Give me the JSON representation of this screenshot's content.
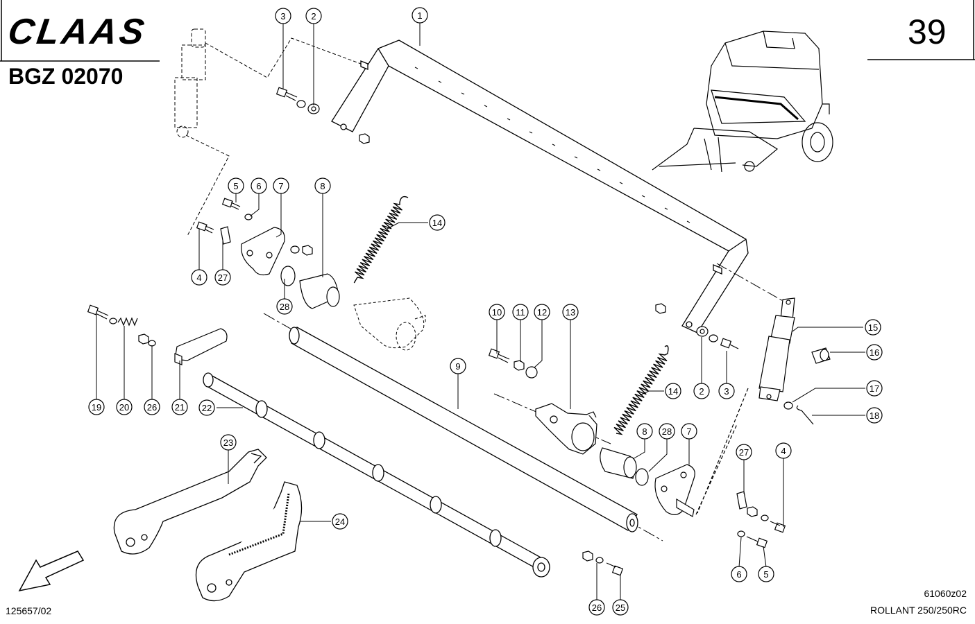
{
  "header": {
    "brand": "CLAAS",
    "document_code": "BGZ 02070",
    "page_number": "39"
  },
  "footer": {
    "left_reference": "125657/02",
    "right_code": "61060z02",
    "right_model": "ROLLANT 250/250RC"
  },
  "callouts": [
    {
      "id": "c1",
      "label": "1"
    },
    {
      "id": "c2a",
      "label": "2"
    },
    {
      "id": "c3a",
      "label": "3"
    },
    {
      "id": "c5a",
      "label": "5"
    },
    {
      "id": "c6a",
      "label": "6"
    },
    {
      "id": "c7a",
      "label": "7"
    },
    {
      "id": "c8a",
      "label": "8"
    },
    {
      "id": "c14a",
      "label": "14"
    },
    {
      "id": "c4a",
      "label": "4"
    },
    {
      "id": "c27a",
      "label": "27"
    },
    {
      "id": "c28a",
      "label": "28"
    },
    {
      "id": "c10",
      "label": "10"
    },
    {
      "id": "c11",
      "label": "11"
    },
    {
      "id": "c12",
      "label": "12"
    },
    {
      "id": "c13",
      "label": "13"
    },
    {
      "id": "c15",
      "label": "15"
    },
    {
      "id": "c16",
      "label": "16"
    },
    {
      "id": "c17",
      "label": "17"
    },
    {
      "id": "c18",
      "label": "18"
    },
    {
      "id": "c2b",
      "label": "2"
    },
    {
      "id": "c3b",
      "label": "3"
    },
    {
      "id": "c14b",
      "label": "14"
    },
    {
      "id": "c9",
      "label": "9"
    },
    {
      "id": "c19",
      "label": "19"
    },
    {
      "id": "c20",
      "label": "20"
    },
    {
      "id": "c26a",
      "label": "26"
    },
    {
      "id": "c21",
      "label": "21"
    },
    {
      "id": "c22",
      "label": "22"
    },
    {
      "id": "c23",
      "label": "23"
    },
    {
      "id": "c24",
      "label": "24"
    },
    {
      "id": "c8b",
      "label": "8"
    },
    {
      "id": "c28b",
      "label": "28"
    },
    {
      "id": "c7b",
      "label": "7"
    },
    {
      "id": "c27b",
      "label": "27"
    },
    {
      "id": "c4b",
      "label": "4"
    },
    {
      "id": "c6b",
      "label": "6"
    },
    {
      "id": "c5b",
      "label": "5"
    },
    {
      "id": "c26b",
      "label": "26"
    },
    {
      "id": "c25",
      "label": "25"
    }
  ]
}
